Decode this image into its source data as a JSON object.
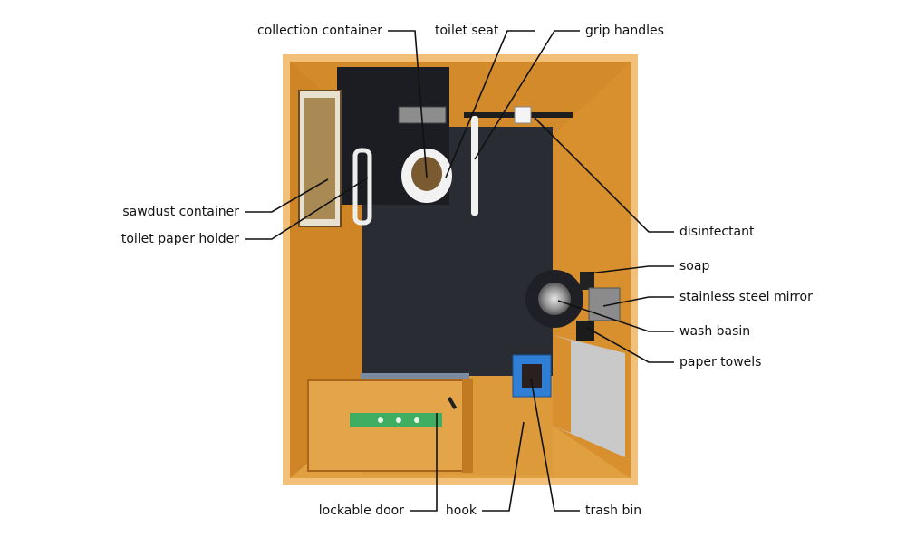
{
  "labels": {
    "collection_container": "collection container",
    "toilet_seat": "toilet seat",
    "grip_handles": "grip handles",
    "sawdust_container": "sawdust container",
    "toilet_paper_holder": "toilet paper holder",
    "disinfectant": "disinfectant",
    "soap": "soap",
    "stainless_steel_mirror": "stainless steel mirror",
    "wash_basin": "wash basin",
    "paper_towels": "paper towels",
    "lockable_door": "lockable door",
    "hook": "hook",
    "trash_bin": "trash bin"
  },
  "colors": {
    "wood": "#d98f2a",
    "wood_dark": "#a8641a",
    "floor": "#2a2c33",
    "trash_bin": "#2f7fd6",
    "door_mat": "#3fae62",
    "panel_grey": "#b9b9b9"
  }
}
